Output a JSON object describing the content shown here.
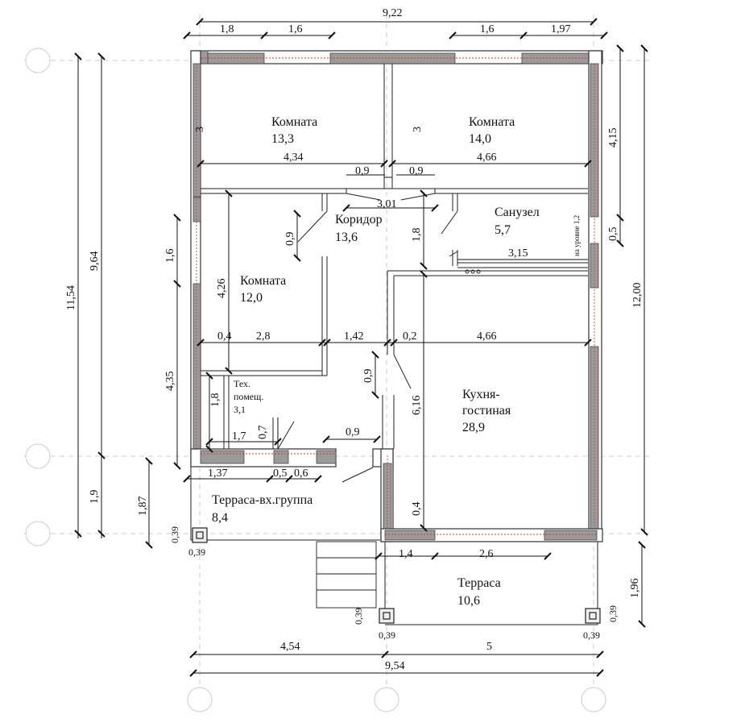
{
  "rooms": {
    "room1": {
      "name": "Комната",
      "area": "13,3"
    },
    "room2": {
      "name": "Комната",
      "area": "14,0"
    },
    "corridor": {
      "name": "Коридор",
      "area": "13,6"
    },
    "bathroom": {
      "name": "Санузел",
      "area": "5,7"
    },
    "room3": {
      "name": "Комната",
      "area": "12,0"
    },
    "tech": {
      "name1": "Тех.",
      "name2": "помещ.",
      "area": "3,1"
    },
    "kitchen": {
      "name1": "Кухня-",
      "name2": "гостиная",
      "area": "28,9"
    },
    "terrace_entry": {
      "name": "Терраса-вх.группа",
      "area": "8,4"
    },
    "terrace": {
      "name": "Терраса",
      "area": "10,6"
    }
  },
  "notes": {
    "level": "на уровне 1,2"
  },
  "dims": {
    "top_total": "9,22",
    "top_a": "1,8",
    "top_b": "1,6",
    "top_c": "1,6",
    "top_d": "1,97",
    "left_outer": "11,54",
    "left_inner": "9,64",
    "left_bottom": "1,9",
    "left_16": "1,6",
    "left_435": "4,35",
    "left_187": "1,87",
    "right_415": "4,15",
    "right_05": "0,5",
    "right_1200": "12,00",
    "right_196": "1,96",
    "room1_h": "3",
    "room1_w": "4,34",
    "room2_h": "3",
    "room2_w": "4,66",
    "door_a": "0,9",
    "door_b": "0,9",
    "corr_w": "3,01",
    "corr_door": "0,9",
    "bath_h": "1,8",
    "bath_w": "3,15",
    "room3_h": "4,26",
    "r3_04": "0,4",
    "r3_28": "2,8",
    "r3_142": "1,42",
    "r3_02": "0,2",
    "k_466": "4,66",
    "k_09": "0,9",
    "k_616": "6,16",
    "k_04": "0,4",
    "tech_h": "1,8",
    "tech_w": "1,7",
    "tech_d": "0,7",
    "ent_09": "0,9",
    "ter_137": "1,37",
    "ter_05": "0,5",
    "ter_06": "0,6",
    "col_a1": "0,39",
    "col_a2": "0,39",
    "ter_14": "1,4",
    "ter_26": "2,6",
    "col_b1": "0,39",
    "col_b2": "0,39",
    "col_c1": "0,39",
    "col_c2": "0,39",
    "bot_454": "4,54",
    "bot_5": "5",
    "bot_total": "9,54"
  }
}
